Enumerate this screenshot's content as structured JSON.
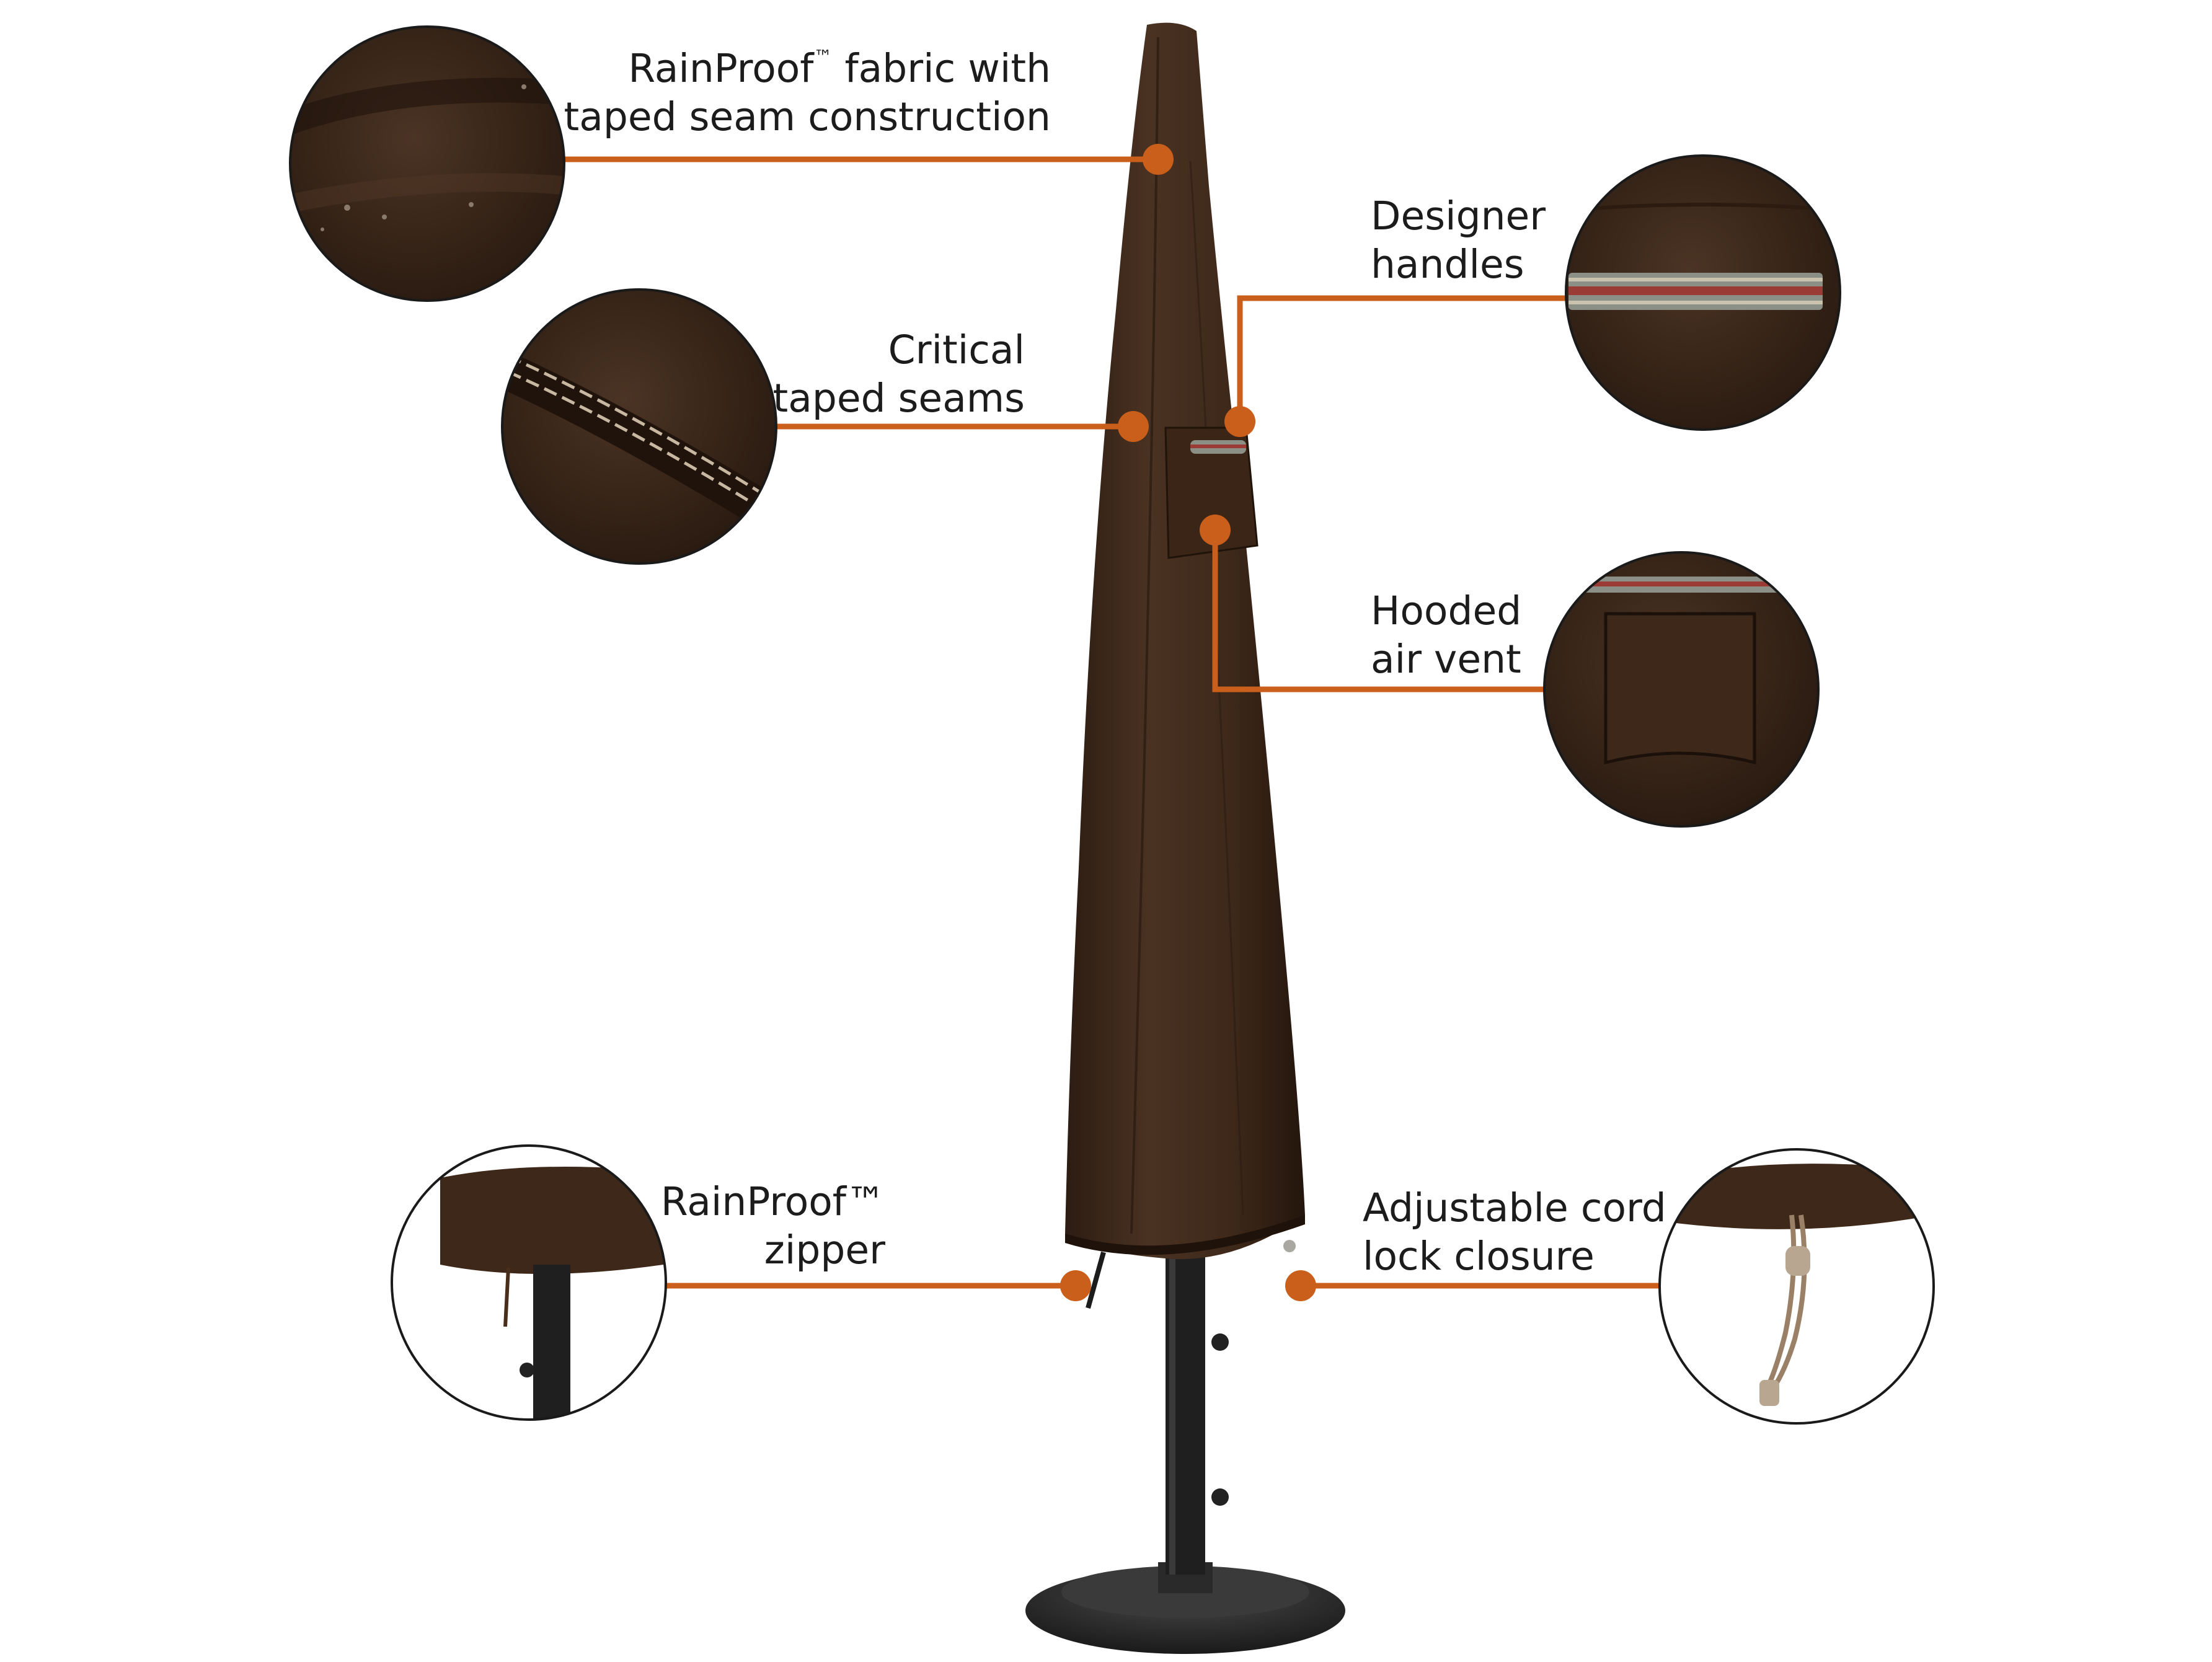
{
  "colors": {
    "accent": "#c95f1a",
    "cover_fabric": "#3f2a1c",
    "cover_shadow": "#2a1a10",
    "pole": "#202020",
    "base": "#2b2b2b",
    "handle_strap": "#8c8f86",
    "handle_stripe": "#9b3b36"
  },
  "callouts": {
    "rainproof_fabric": {
      "line1_a": "RainProof",
      "line1_tm": "™",
      "line1_b": " fabric with",
      "line2": "taped seam construction"
    },
    "critical_seams": {
      "line1": "Critical",
      "line2": "taped seams"
    },
    "designer_handles": {
      "line1": "Designer",
      "line2": "handles"
    },
    "hooded_vent": {
      "line1": "Hooded",
      "line2": "air vent"
    },
    "rainproof_zipper": {
      "line1": "RainProof™",
      "line2": "zipper"
    },
    "cord_lock": {
      "line1": "Adjustable cord",
      "line2": "lock closure"
    }
  }
}
